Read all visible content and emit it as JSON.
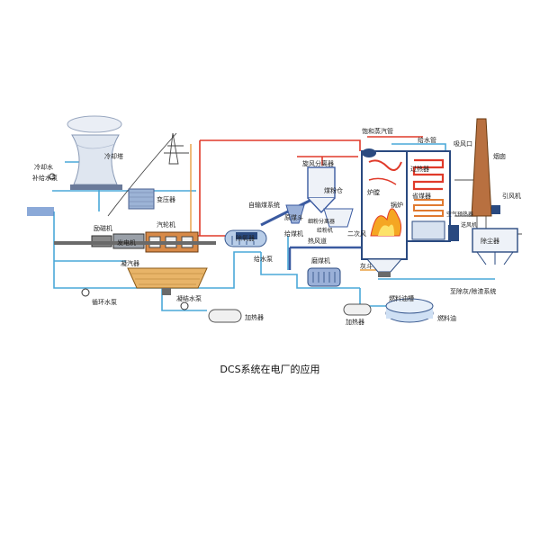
{
  "caption": "DCS系统在电厂的应用",
  "labels": {
    "cooling_tower": "冷却塔",
    "cooling_water": "冷却水",
    "makeup_pump": "补给水泵",
    "transformer": "变压器",
    "exciter": "励磁机",
    "generator": "发电机",
    "turbine": "汽轮机",
    "condenser": "凝汽器",
    "circ_pump": "循环水泵",
    "cond_pump": "凝结水泵",
    "heater_low": "加热器",
    "coal_system": "自输煤系统",
    "deaerator": "除氧器",
    "feed_pump": "给水泵",
    "cyclone": "旋风分离器",
    "coal_bunker": "煤粉仓",
    "coal_hopper": "原煤斗",
    "coal_feeder": "给煤机",
    "fine_separator": "细粉分离器",
    "powder_feeder": "给粉机",
    "mill": "磨煤机",
    "hot_air": "热风道",
    "secondary_air": "二次风",
    "sat_steam_pipe": "饱和蒸汽管",
    "feed_pipe": "给水管",
    "superheater": "过热器",
    "furnace": "炉膛",
    "boiler": "锅炉",
    "economizer": "省煤器",
    "air_preheater": "空气预热器",
    "ash_hopper": "灰斗",
    "suction_port": "吸风口",
    "chimney": "烟囱",
    "id_fan": "引风机",
    "fan": "送风机",
    "dust_collector": "除尘器",
    "ash_system": "至除灰/除渣系统",
    "oil_tank": "燃料油槽",
    "fuel_oil": "燃料油",
    "heater_oil": "加热器",
    "small_note": "至除灰系统"
  },
  "colors": {
    "steam": "#e03a2a",
    "water": "#4aa8d8",
    "flue": "#7a7a7a",
    "equipment": "#3a5aa0"
  }
}
